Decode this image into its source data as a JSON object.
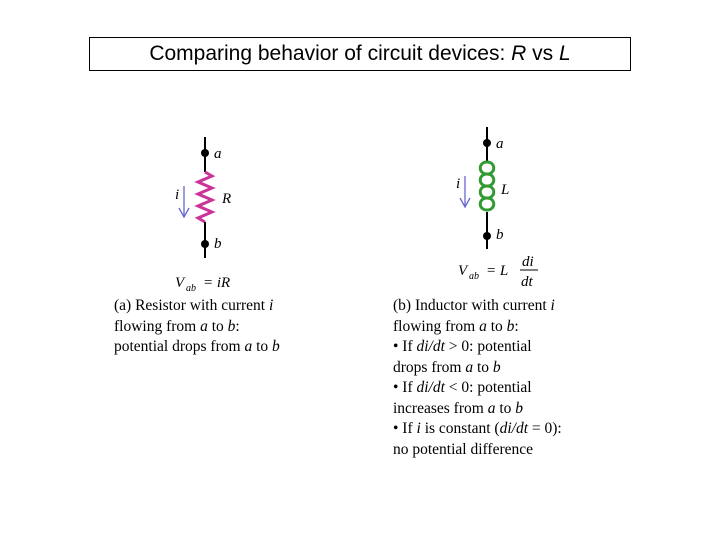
{
  "title": {
    "prefix": "Comparing behavior of circuit devices: ",
    "sym_r": "R",
    "vs": " vs ",
    "sym_l": "L"
  },
  "resistor": {
    "terminal_a": "a",
    "terminal_b": "b",
    "current": "i",
    "symbol": "R",
    "equation_v": "V",
    "equation_sub": "ab",
    "equation_eq": "= iR",
    "caption": [
      [
        {
          "t": "(a) Resistor with current "
        },
        {
          "t": "i",
          "it": true
        }
      ],
      [
        {
          "t": "flowing from "
        },
        {
          "t": "a",
          "it": true
        },
        {
          "t": " to "
        },
        {
          "t": "b",
          "it": true
        },
        {
          "t": ":"
        }
      ],
      [
        {
          "t": "potential drops from "
        },
        {
          "t": "a",
          "it": true
        },
        {
          "t": " to "
        },
        {
          "t": "b",
          "it": true
        }
      ]
    ]
  },
  "inductor": {
    "terminal_a": "a",
    "terminal_b": "b",
    "current": "i",
    "symbol": "L",
    "equation_v": "V",
    "equation_sub": "ab",
    "equation_eq": "= L",
    "equation_num": "di",
    "equation_den": "dt",
    "caption": [
      [
        {
          "t": "(b) Inductor with current "
        },
        {
          "t": "i",
          "it": true
        }
      ],
      [
        {
          "t": "flowing from "
        },
        {
          "t": "a",
          "it": true
        },
        {
          "t": " to "
        },
        {
          "t": "b",
          "it": true
        },
        {
          "t": ":"
        }
      ],
      [
        {
          "t": "• If "
        },
        {
          "t": "di/dt",
          "it": true
        },
        {
          "t": " > 0: potential"
        }
      ],
      [
        {
          "t": "drops from "
        },
        {
          "t": "a",
          "it": true
        },
        {
          "t": " to "
        },
        {
          "t": "b",
          "it": true
        }
      ],
      [
        {
          "t": "• If "
        },
        {
          "t": "di/dt",
          "it": true
        },
        {
          "t": " < 0: potential"
        }
      ],
      [
        {
          "t": "increases from "
        },
        {
          "t": "a",
          "it": true
        },
        {
          "t": " to "
        },
        {
          "t": "b",
          "it": true
        }
      ],
      [
        {
          "t": "• If "
        },
        {
          "t": "i",
          "it": true
        },
        {
          "t": " is constant ("
        },
        {
          "t": "di/dt",
          "it": true
        },
        {
          "t": " = 0):"
        }
      ],
      [
        {
          "t": "no potential difference"
        }
      ]
    ]
  },
  "colors": {
    "resistor": "#cc3399",
    "inductor": "#339933",
    "arrow": "#6666cc"
  }
}
